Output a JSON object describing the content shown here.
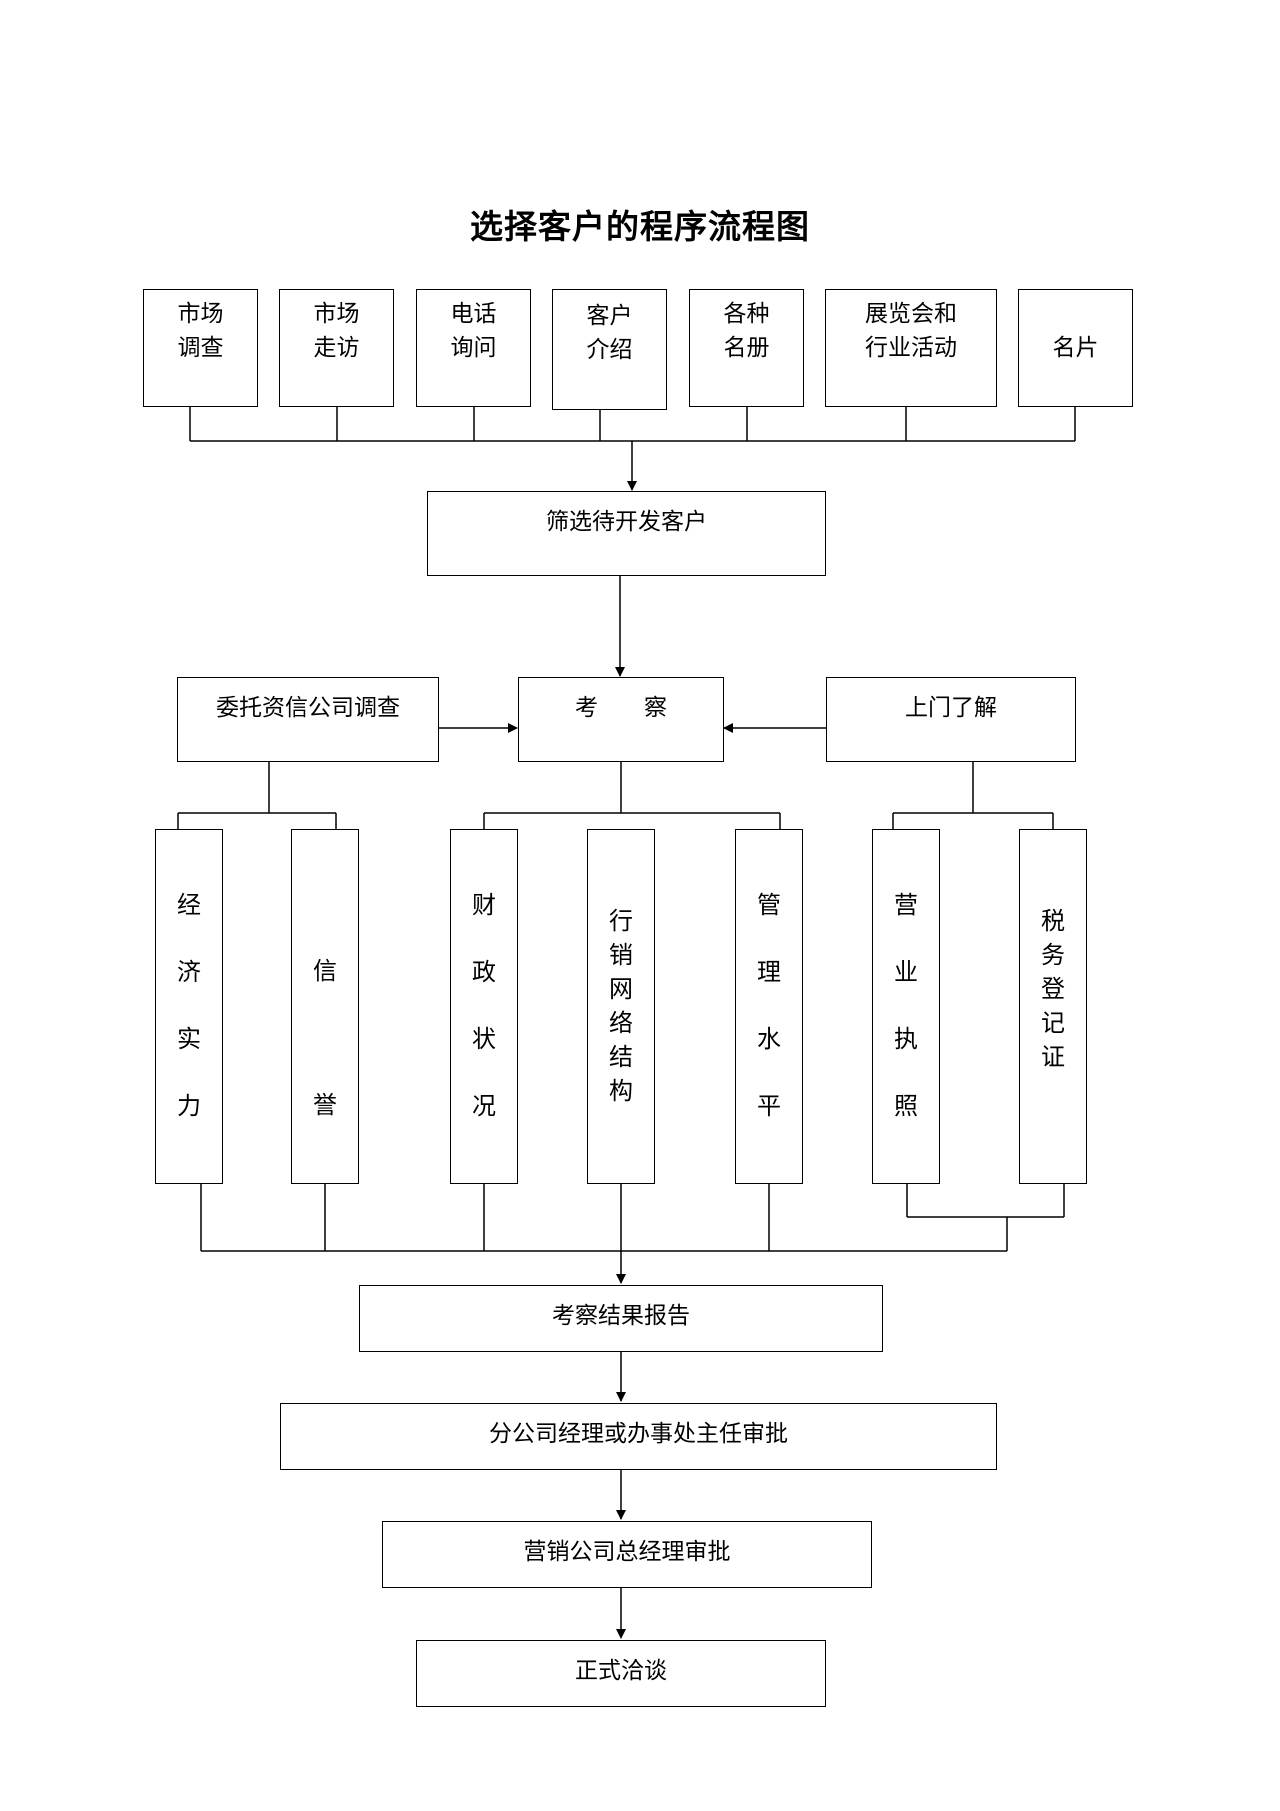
{
  "title": "选择客户的程序流程图",
  "sources": [
    {
      "id": "market-research",
      "label": "市场\n调查"
    },
    {
      "id": "market-visit",
      "label": "市场\n走访"
    },
    {
      "id": "phone-inquiry",
      "label": "电话\n询问"
    },
    {
      "id": "customer-referral",
      "label": "客户\n介绍"
    },
    {
      "id": "various-directories",
      "label": "各种\n名册"
    },
    {
      "id": "exhibitions",
      "label": "展览会和\n行业活动"
    },
    {
      "id": "business-cards",
      "label": "名片"
    }
  ],
  "screen_step": "筛选待开发客户",
  "inspect_step": "考　　察",
  "left_input": "委托资信公司调查",
  "right_input": "上门了解",
  "factors": [
    {
      "id": "economic-strength",
      "label": "经济实力"
    },
    {
      "id": "reputation",
      "label": "信誉"
    },
    {
      "id": "financial-status",
      "label": "财政状况"
    },
    {
      "id": "sales-network",
      "label": "行销网络结构"
    },
    {
      "id": "management-level",
      "label": "管理水平"
    },
    {
      "id": "business-license",
      "label": "营业执照"
    },
    {
      "id": "tax-registration",
      "label": "税务登记证"
    }
  ],
  "report_step": "考察结果报告",
  "branch_approval": "分公司经理或办事处主任审批",
  "gm_approval": "营销公司总经理审批",
  "negotiation": "正式洽谈"
}
